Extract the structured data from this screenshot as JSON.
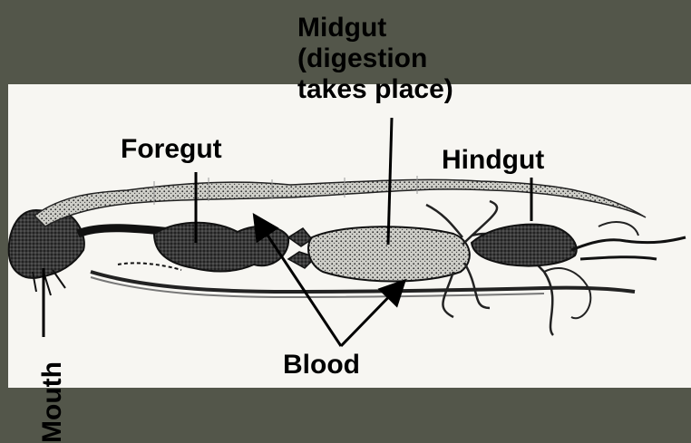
{
  "labels": {
    "midgut": [
      "Midgut",
      "(digestion",
      "takes place)"
    ],
    "foregut": "Foregut",
    "hindgut": "Hindgut",
    "blood": "Blood",
    "mouth": "Mouth"
  },
  "colors": {
    "background": "#53564a",
    "panel": "#f7f6f2",
    "ink": "#000000"
  }
}
